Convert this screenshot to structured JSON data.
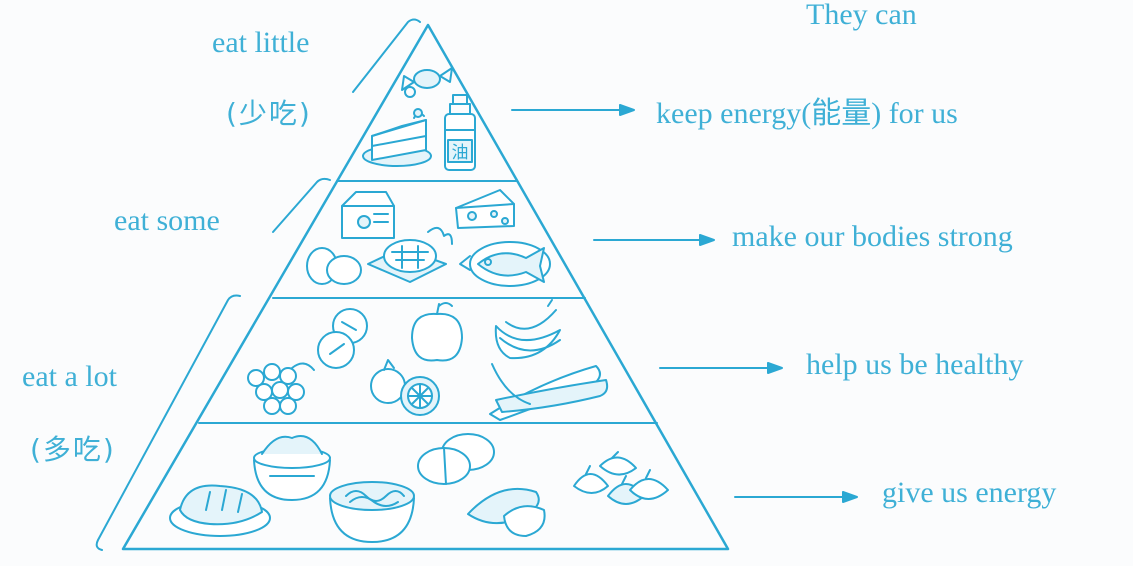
{
  "header": {
    "title": "They can"
  },
  "levels": [
    {
      "amount": "eat little",
      "amount_cn": "(少吃)",
      "effect": "keep energy(能量) for us",
      "foods": [
        "candy",
        "cake",
        "oil"
      ],
      "oil_label": "油"
    },
    {
      "amount": "eat some",
      "effect": "make our bodies strong",
      "foods": [
        "milk",
        "cheese",
        "eggs",
        "meat",
        "fish"
      ]
    },
    {
      "amount": "eat a lot",
      "amount_cn": "(多吃)",
      "effect": "help us be healthy",
      "foods": [
        "oranges",
        "apple",
        "grapes",
        "bananas",
        "cucumbers"
      ]
    },
    {
      "amount": "",
      "effect": "give us energy",
      "foods": [
        "bread",
        "rice",
        "noodles",
        "steamed buns",
        "sweet potatoes",
        "dumplings"
      ]
    }
  ],
  "colors": {
    "ink": "#2ba8d3",
    "label": "#3fb0d6",
    "fill": "#e4f4fa"
  }
}
